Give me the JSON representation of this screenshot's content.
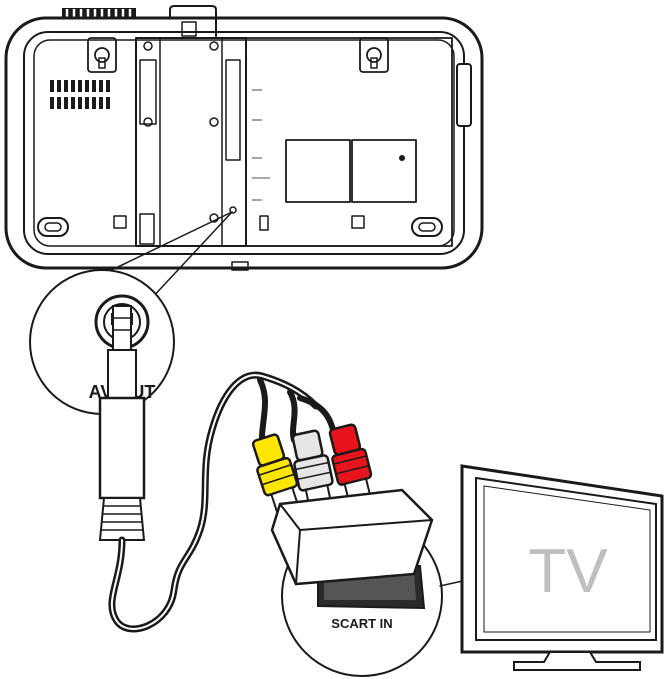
{
  "labels": {
    "av_out": "AV OUT",
    "scart_in": "SCART IN",
    "tv": "TV"
  },
  "colors": {
    "rca_yellow": "#ffe600",
    "rca_white": "#e6e6e6",
    "rca_red": "#e8141c",
    "outline": "#1a1a1a",
    "tv_text": "#bfbfbf"
  }
}
